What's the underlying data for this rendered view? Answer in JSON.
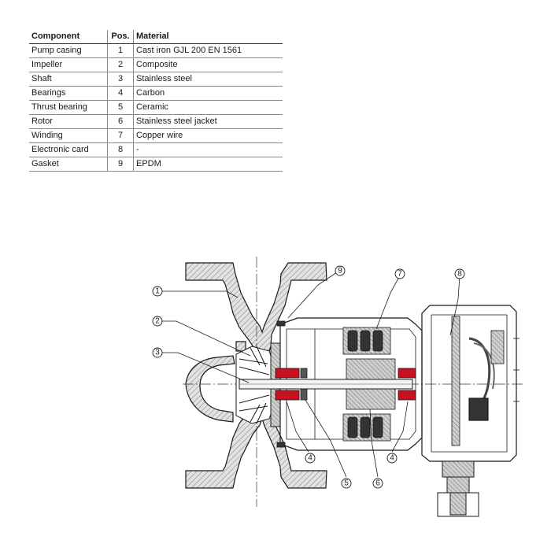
{
  "table": {
    "headers": {
      "component": "Component",
      "pos": "Pos.",
      "material": "Material"
    },
    "rows": [
      {
        "component": "Pump casing",
        "pos": "1",
        "material": "Cast iron GJL 200 EN 1561"
      },
      {
        "component": "Impeller",
        "pos": "2",
        "material": "Composite"
      },
      {
        "component": "Shaft",
        "pos": "3",
        "material": "Stainless steel"
      },
      {
        "component": "Bearings",
        "pos": "4",
        "material": "Carbon"
      },
      {
        "component": "Thrust bearing",
        "pos": "5",
        "material": "Ceramic"
      },
      {
        "component": "Rotor",
        "pos": "6",
        "material": "Stainless steel jacket"
      },
      {
        "component": "Winding",
        "pos": "7",
        "material": "Copper wire"
      },
      {
        "component": "Electronic card",
        "pos": "8",
        "material": "-"
      },
      {
        "component": "Gasket",
        "pos": "9",
        "material": "EPDM"
      }
    ]
  },
  "diagram": {
    "callouts": [
      "1",
      "2",
      "3",
      "4",
      "4",
      "5",
      "6",
      "7",
      "8",
      "9"
    ],
    "colors": {
      "bearing_red": "#c8101e",
      "line": "#1a1a1a",
      "casing_fill": "#d9d9d9"
    }
  }
}
